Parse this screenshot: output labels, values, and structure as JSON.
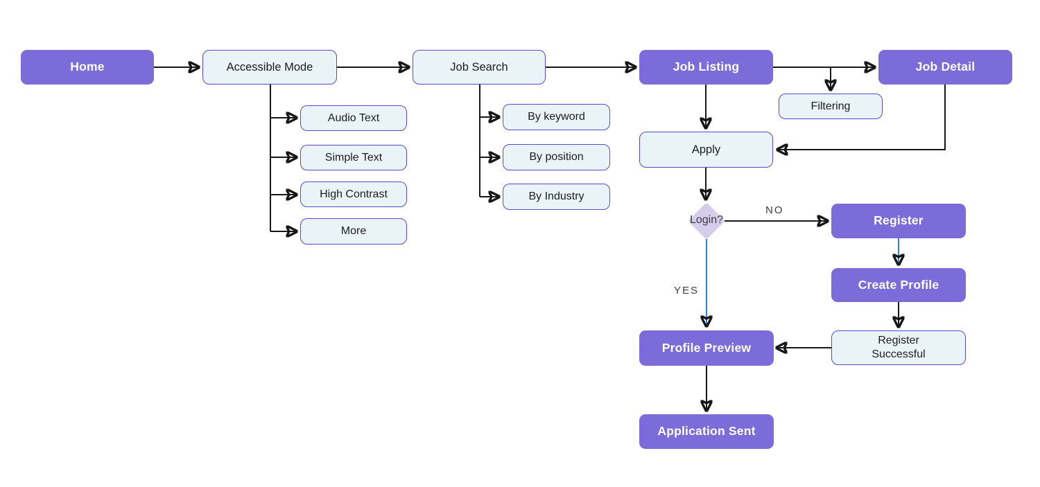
{
  "diagram": {
    "nodes": {
      "home": {
        "label": "Home",
        "type": "primary"
      },
      "accessible_mode": {
        "label": "Accessible Mode",
        "type": "secondary"
      },
      "audio_text": {
        "label": "Audio Text",
        "type": "secondary"
      },
      "simple_text": {
        "label": "Simple Text",
        "type": "secondary"
      },
      "high_contrast": {
        "label": "High Contrast",
        "type": "secondary"
      },
      "more": {
        "label": "More",
        "type": "secondary"
      },
      "job_search": {
        "label": "Job Search",
        "type": "secondary"
      },
      "by_keyword": {
        "label": "By keyword",
        "type": "secondary"
      },
      "by_position": {
        "label": "By position",
        "type": "secondary"
      },
      "by_industry": {
        "label": "By Industry",
        "type": "secondary"
      },
      "job_listing": {
        "label": "Job Listing",
        "type": "primary"
      },
      "job_detail": {
        "label": "Job Detail",
        "type": "primary"
      },
      "filtering": {
        "label": "Filtering",
        "type": "secondary"
      },
      "apply": {
        "label": "Apply",
        "type": "secondary"
      },
      "login": {
        "label": "Login?",
        "type": "decision"
      },
      "register": {
        "label": "Register",
        "type": "primary"
      },
      "create_profile": {
        "label": "Create Profile",
        "type": "primary"
      },
      "register_successful": {
        "label": "Register Successful",
        "type": "secondary"
      },
      "profile_preview": {
        "label": "Profile Preview",
        "type": "primary"
      },
      "application_sent": {
        "label": "Application Sent",
        "type": "primary"
      }
    },
    "edge_labels": {
      "yes": "YES",
      "no": "NO"
    },
    "colors": {
      "primary": "#7c6cd9",
      "light_fill": "#eaf3f7",
      "light_border": "#5549d1",
      "diamond_fill": "#d5cdea",
      "arrow": "#161616",
      "blue_arrow": "#2d7de8",
      "text_dark": "#1c1c1c",
      "text_light": "#ffffff",
      "edge_label_gray": "#3d3d3d",
      "background": "#ffffff"
    }
  }
}
